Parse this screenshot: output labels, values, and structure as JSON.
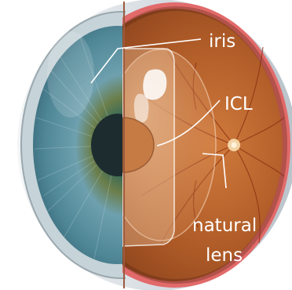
{
  "figure": {
    "labels": {
      "iris": "iris",
      "icl": "ICL",
      "natural_lens_line1": "natural",
      "natural_lens_line2": "lens"
    },
    "colors": {
      "background": "#ffffff",
      "iris_blue": "#5f95a4",
      "pupil": "#1d2c2e",
      "retina": "#b5612b",
      "eye_wall": "#e26a6a",
      "optic_disc": "#f3d3a6",
      "label_text": "#ffffff"
    }
  }
}
